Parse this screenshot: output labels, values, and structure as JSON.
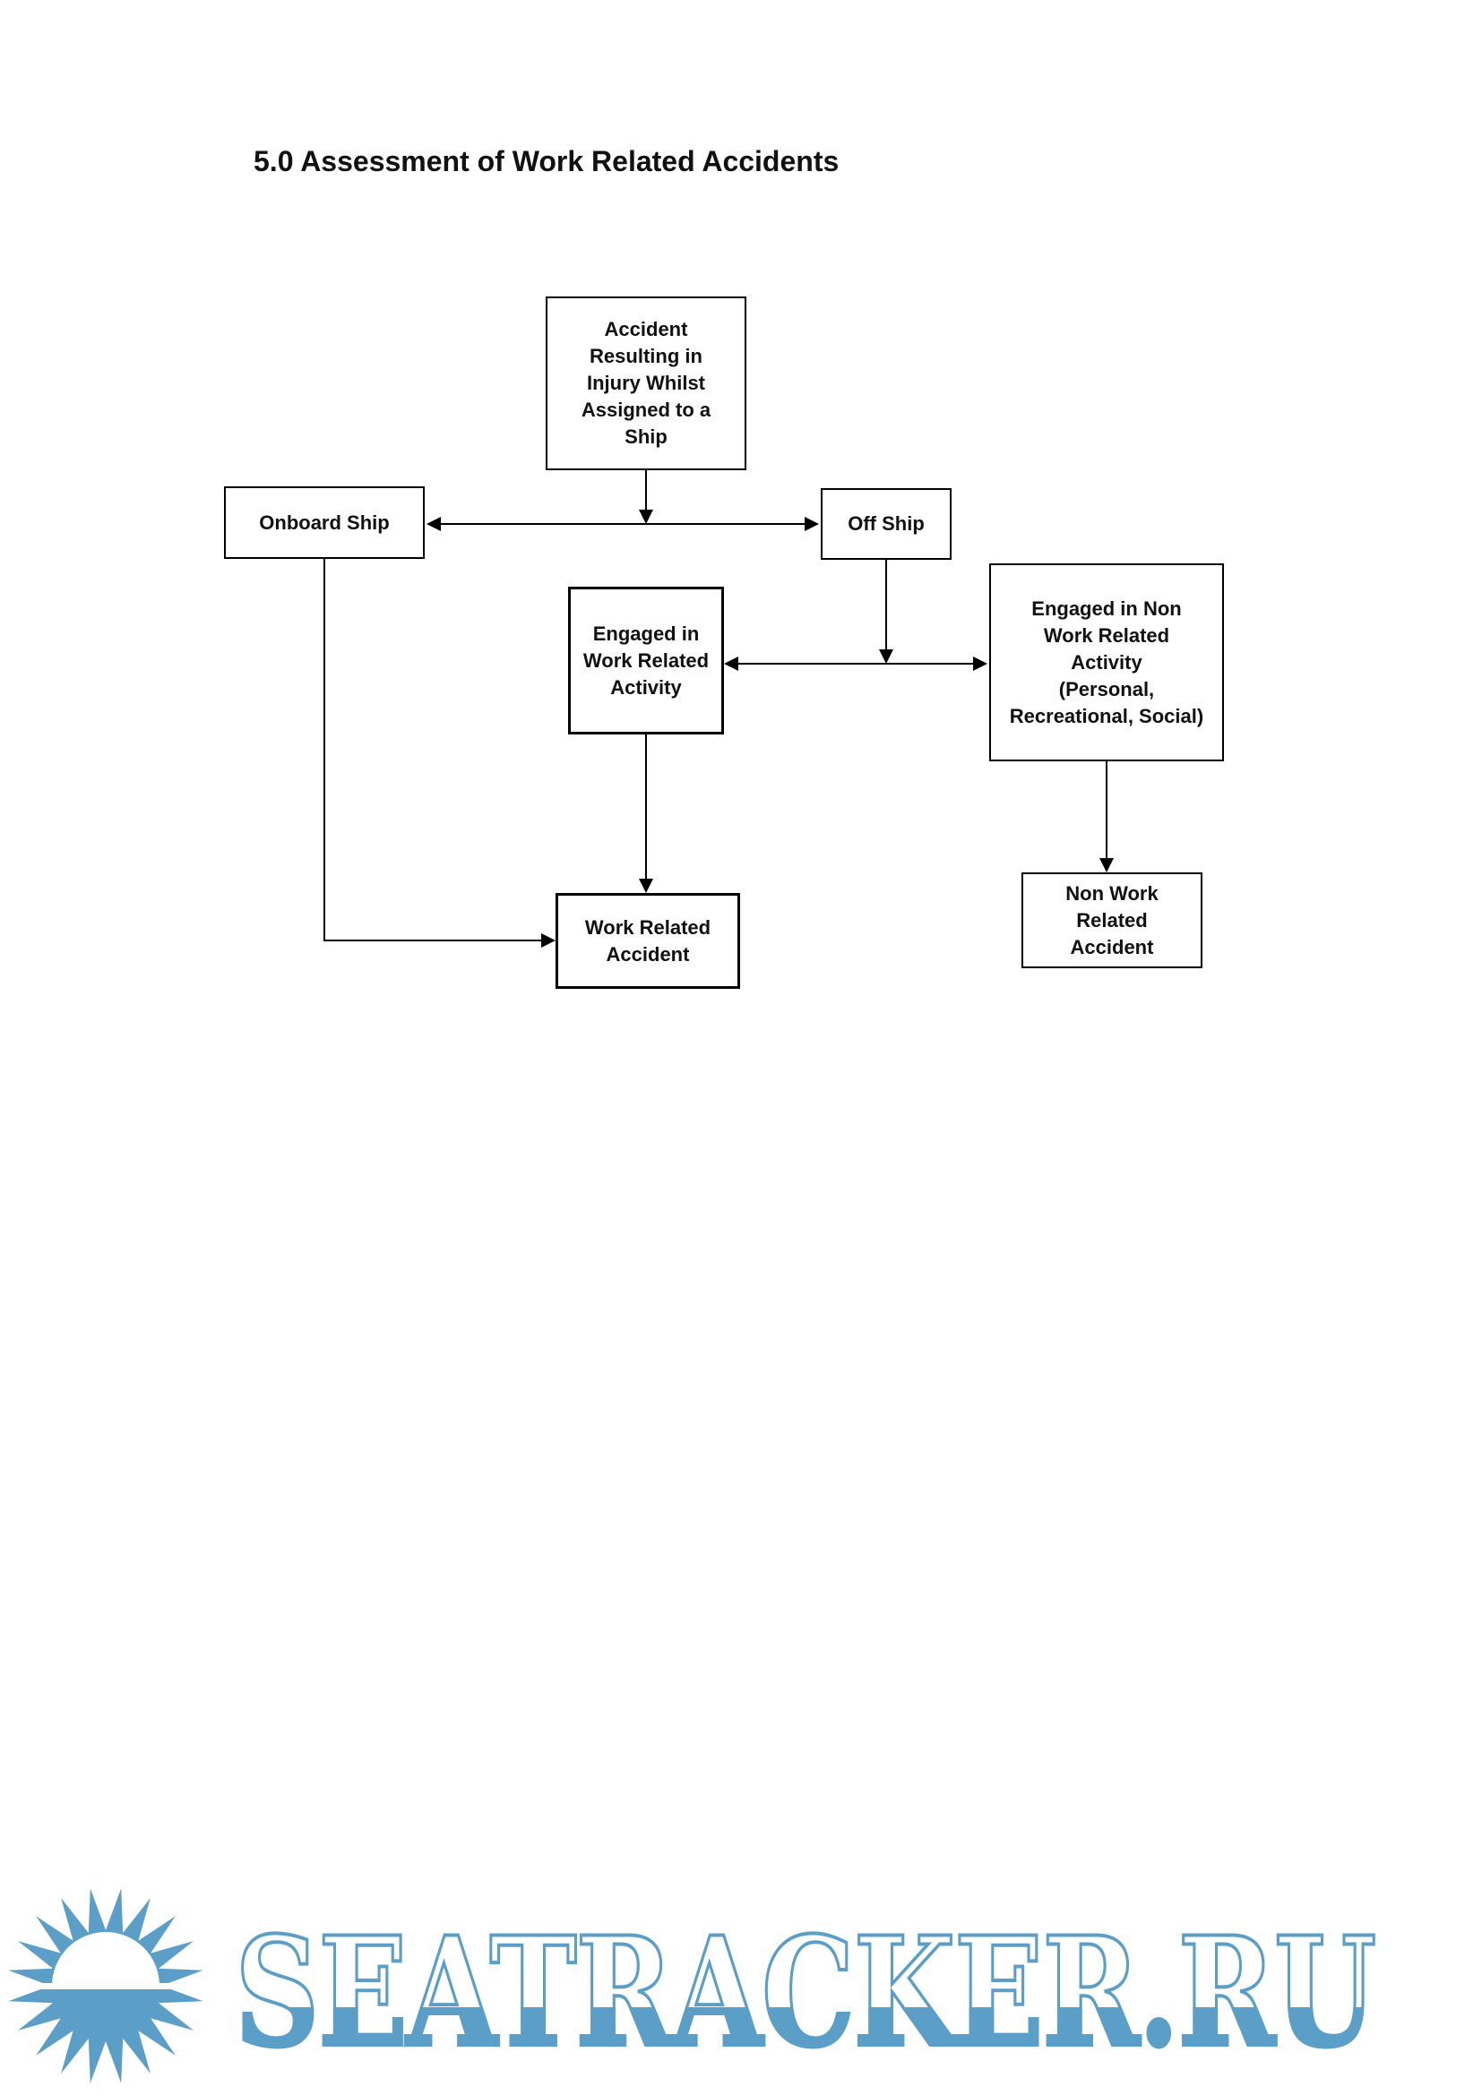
{
  "page": {
    "title": "5.0 Assessment of Work Related Accidents"
  },
  "flowchart": {
    "nodes": {
      "accident_top": "Accident\nResulting in\nInjury Whilst\nAssigned to a\nShip",
      "onboard_ship": "Onboard Ship",
      "off_ship": "Off Ship",
      "engaged_work": "Engaged in\nWork Related\nActivity",
      "engaged_non_work": "Engaged in Non\nWork Related\nActivity\n(Personal,\nRecreational, Social)",
      "work_accident": "Work Related\nAccident",
      "non_work_accident": "Non Work\nRelated\nAccident"
    }
  },
  "watermark": {
    "text": "SEATRACKER.RU",
    "icon": "sun-icon",
    "color": "#5b9ec7"
  },
  "colors": {
    "background": "#ffffff",
    "line": "#000000",
    "text": "#111111"
  }
}
